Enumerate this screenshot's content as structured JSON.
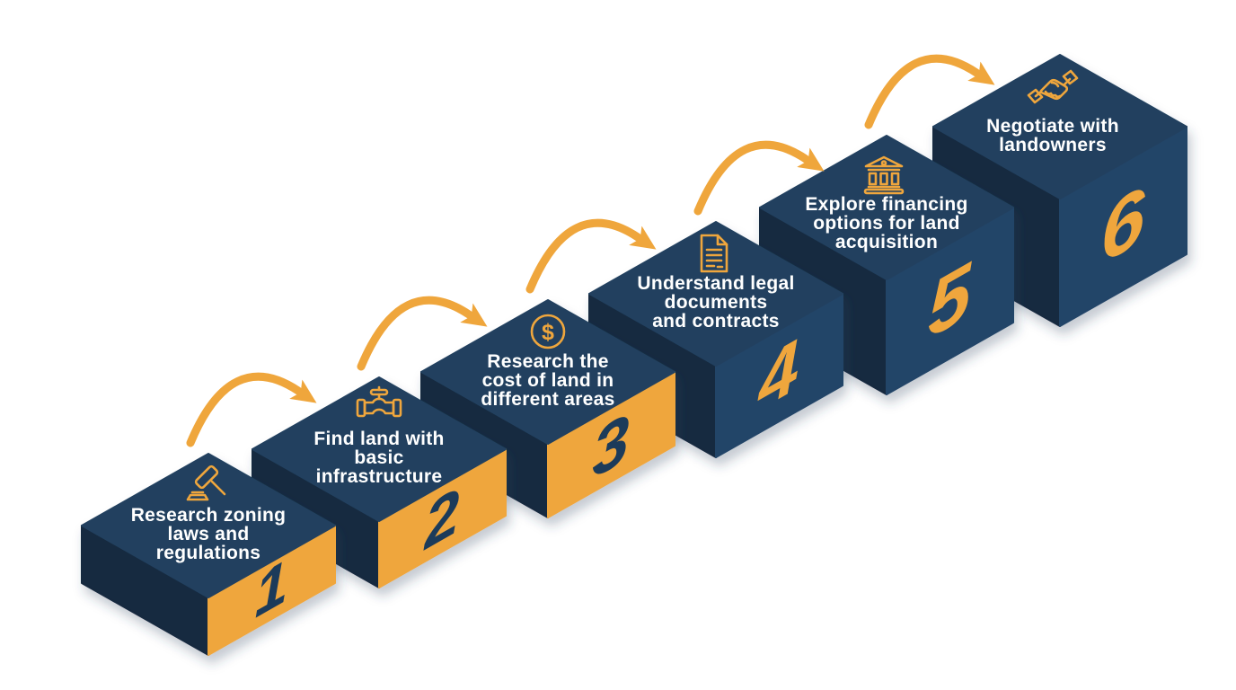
{
  "diagram": {
    "type": "process-steps",
    "background": "#FFFFFF",
    "colors": {
      "block_top_navy": "#21415F",
      "block_left_navy": "#16293F",
      "block_front_navy": "#234467",
      "accent_orange": "#EFA63C",
      "number_navy": "#1C3A5A",
      "label_white": "#FFFFFF"
    },
    "steps": [
      {
        "number": "1",
        "icon": "gavel-icon",
        "label_lines": [
          "Research zoning",
          "laws and",
          "regulations"
        ]
      },
      {
        "number": "2",
        "icon": "water-pipe-icon",
        "label_lines": [
          "Find land with",
          "basic",
          "infrastructure"
        ]
      },
      {
        "number": "3",
        "icon": "dollar-coin-icon",
        "icon_glyph": "$",
        "label_lines": [
          "Research the",
          "cost of land in",
          "different areas"
        ]
      },
      {
        "number": "4",
        "icon": "document-icon",
        "label_lines": [
          "Understand legal",
          "documents",
          "and contracts"
        ]
      },
      {
        "number": "5",
        "icon": "bank-icon",
        "label_lines": [
          "Explore financing",
          "options for land",
          "acquisition"
        ]
      },
      {
        "number": "6",
        "icon": "handshake-icon",
        "label_lines": [
          "Negotiate with",
          "landowners"
        ]
      }
    ]
  }
}
